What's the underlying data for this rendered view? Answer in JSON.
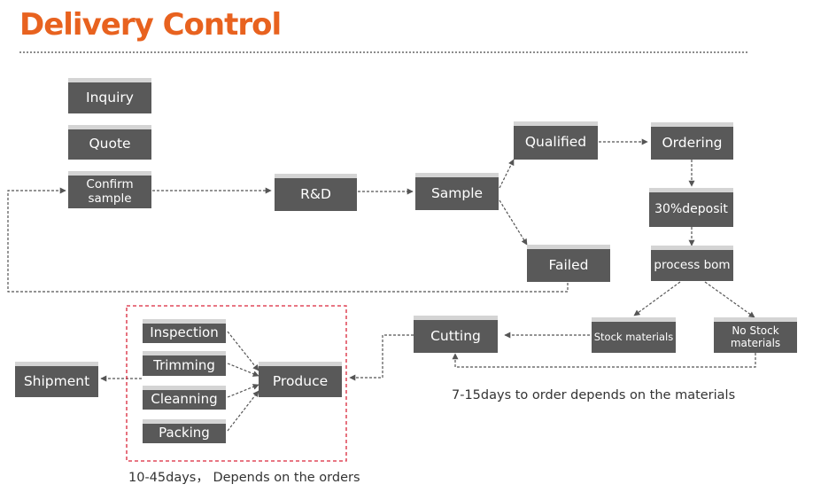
{
  "title": "Delivery Control",
  "nodes": {
    "inquiry": "Inquiry",
    "quote": "Quote",
    "confirm_sample_line1": "Confirm",
    "confirm_sample_line2": "sample",
    "rnd": "R&D",
    "sample": "Sample",
    "qualified": "Qualified",
    "failed": "Failed",
    "ordering": "Ordering",
    "deposit": "30%deposit",
    "process_bom": "process bom",
    "stock_materials": "Stock materials",
    "no_stock_line1": "No Stock",
    "no_stock_line2": "materials",
    "cutting": "Cutting",
    "inspection": "Inspection",
    "trimming": "Trimming",
    "cleanning": "Cleanning",
    "packing": "Packing",
    "produce": "Produce",
    "shipment": "Shipment"
  },
  "notes": {
    "materials_lead_time": "7-15days to order depends on the  materials",
    "production_lead_time": "10-45days， Depends on the orders"
  },
  "colors": {
    "title": "#e8621f",
    "box_fill": "#595959",
    "box_top_band": "#d4d4d4",
    "connector": "#555555",
    "group_border": "#d9263a"
  }
}
